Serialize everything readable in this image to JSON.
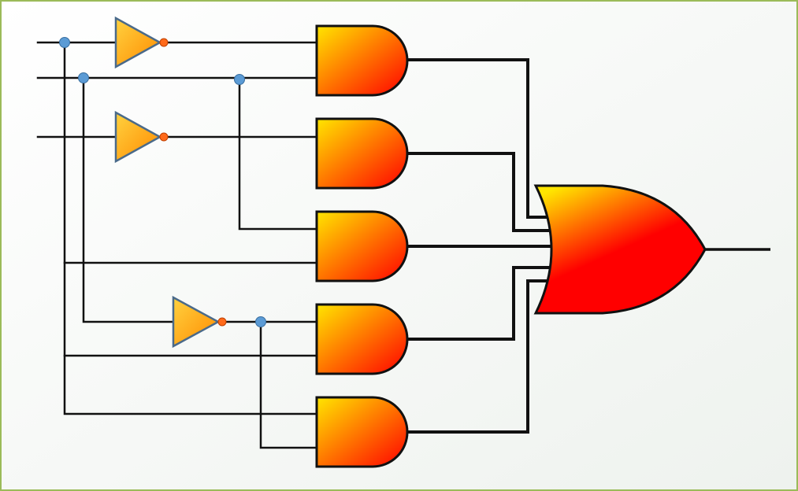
{
  "colors": {
    "border": "#9bbb59",
    "background_light": "#ffffff",
    "background_dark": "#eef2ee",
    "wire": "#111111",
    "gate_gradient_start": "#ffe600",
    "gate_gradient_end": "#ff0000",
    "gate_outline": "#111111",
    "inverter_fill_start": "#ffd23f",
    "inverter_fill_end": "#ff8a00",
    "inverter_outline": "#4a6a8a",
    "junction_dot": "#5b9bd5",
    "inversion_bubble": "#ff6a1a"
  },
  "components": {
    "and_gates": 5,
    "or_gates": 1,
    "inverters": 3
  }
}
